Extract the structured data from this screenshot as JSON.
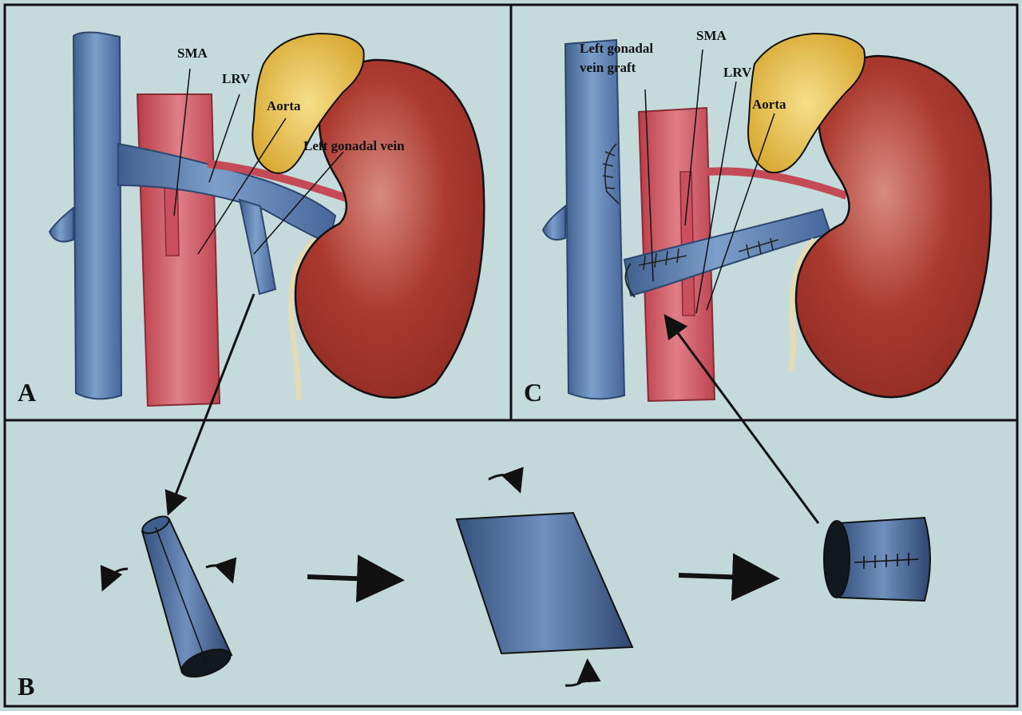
{
  "colors": {
    "background": "#c3d8d8",
    "border": "#111111",
    "vein_blue": "#5b7fae",
    "vein_dark": "#2f4a72",
    "aorta_red": "#c44a55",
    "kidney_red": "#a8322a",
    "adrenal_yellow": "#e9c24c",
    "ureter": "#e4dbb4"
  },
  "panel_a": {
    "letter": "A",
    "labels": {
      "sma": "SMA",
      "lrv": "LRV",
      "aorta": "Aorta",
      "left_gonadal_vein": "Left gonadal vein"
    }
  },
  "panel_b": {
    "letter": "B"
  },
  "panel_c": {
    "letter": "C",
    "labels": {
      "graft_line1": "Left gonadal",
      "graft_line2": "vein graft",
      "sma": "SMA",
      "lrv": "LRV",
      "aorta": "Aorta"
    }
  }
}
